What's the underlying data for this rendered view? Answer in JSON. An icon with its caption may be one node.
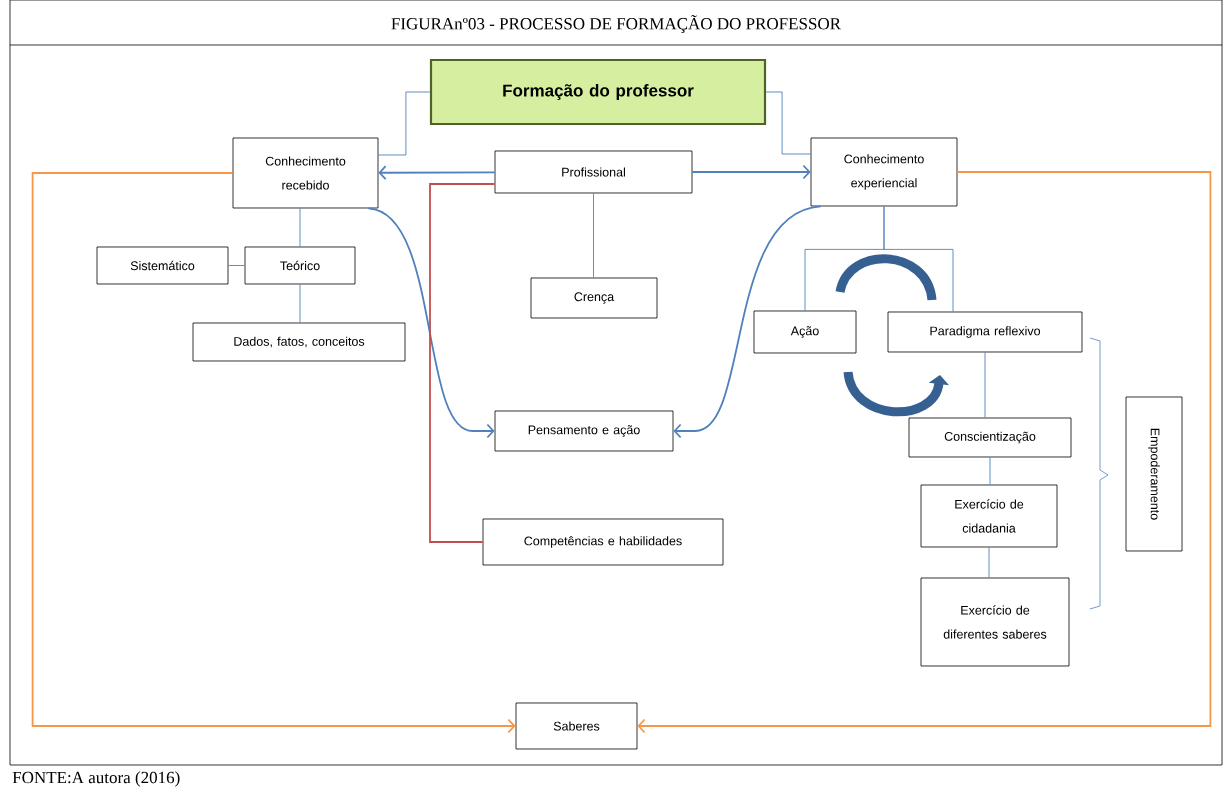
{
  "diagram": {
    "title": "FIGURAnº03 - PROCESSO DE FORMAÇÃO DO PROFESSOR",
    "caption": "FONTE:A autora (2016)",
    "nodes": [
      {
        "text": [
          "Formação do professor"
        ]
      },
      {
        "text": [
          "Conhecimento recebido"
        ]
      },
      {
        "text": [
          "Profissional"
        ]
      },
      {
        "text": [
          "Conhecimento experiencial"
        ]
      },
      {
        "text": [
          "Sistemático"
        ]
      },
      {
        "text": [
          "Teórico"
        ]
      },
      {
        "text": [
          "Dados, fatos, conceitos"
        ]
      },
      {
        "text": [
          "Crença"
        ]
      },
      {
        "text": [
          "Ação"
        ]
      },
      {
        "text": [
          "Paradigma reflexivo"
        ]
      },
      {
        "text": [
          "Pensamento e ação"
        ]
      },
      {
        "text": [
          "Conscientização"
        ]
      },
      {
        "text": [
          "Exercício de cidadania"
        ]
      },
      {
        "text": [
          "Competências e habilidades"
        ]
      },
      {
        "text": [
          "Exercício de diferentes saberes"
        ]
      },
      {
        "text": [
          "Empoderamento"
        ]
      },
      {
        "text": [
          "Saberes"
        ]
      }
    ],
    "edges": [
      {
        "from": 0,
        "to": 1,
        "arrow": "none"
      },
      {
        "from": 0,
        "to": 3,
        "arrow": "none"
      },
      {
        "from": 2,
        "to": 1,
        "arrow": "to"
      },
      {
        "from": 2,
        "to": 3,
        "arrow": "to"
      },
      {
        "from": 1,
        "to": 5,
        "arrow": "none"
      },
      {
        "from": 5,
        "to": 4,
        "arrow": "none"
      },
      {
        "from": 5,
        "to": 6,
        "arrow": "none"
      },
      {
        "from": 2,
        "to": 7,
        "arrow": "none"
      },
      {
        "from": 1,
        "to": 10,
        "arrow": "to"
      },
      {
        "from": 3,
        "to": 10,
        "arrow": "to"
      },
      {
        "from": 2,
        "to": 13,
        "arrow": "none",
        "color": "#c0504d"
      },
      {
        "from": 3,
        "to": 8,
        "arrow": "none"
      },
      {
        "from": 3,
        "to": 9,
        "arrow": "none"
      },
      {
        "from": 9,
        "to": 11,
        "arrow": "none"
      },
      {
        "from": 11,
        "to": 12,
        "arrow": "none"
      },
      {
        "from": 12,
        "to": 14,
        "arrow": "none"
      },
      {
        "from": 1,
        "to": 16,
        "arrow": "to",
        "color": "#f79646"
      },
      {
        "from": 3,
        "to": 16,
        "arrow": "to",
        "color": "#f79646"
      }
    ]
  }
}
